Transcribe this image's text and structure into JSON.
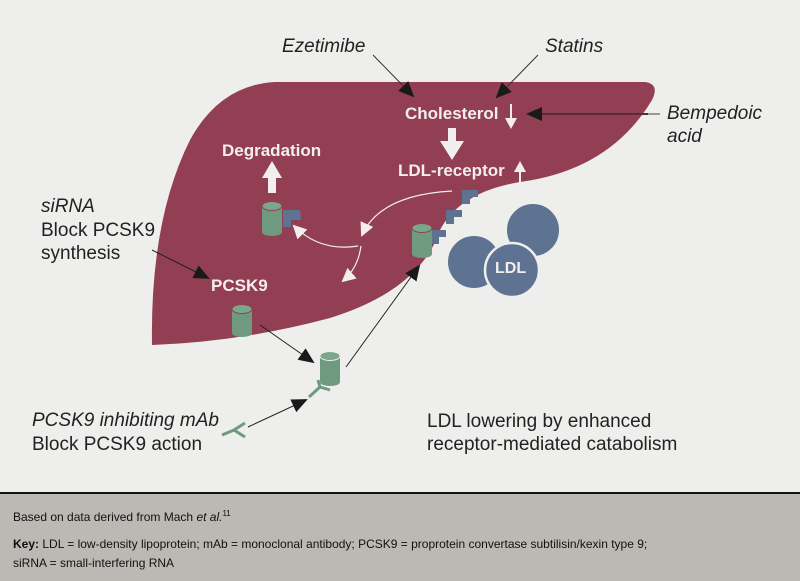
{
  "figure": {
    "drugs": {
      "ezetimibe": "Ezetimibe",
      "statins": "Statins",
      "bempedoic_line1": "Bempedoic",
      "bempedoic_line2": "acid",
      "sirna_title": "siRNA",
      "sirna_line2": "Block PCSK9",
      "sirna_line3": "synthesis",
      "mab_title": "PCSK9 inhibiting mAb",
      "mab_line2": "Block PCSK9 action"
    },
    "liver_labels": {
      "cholesterol": "Cholesterol",
      "ldl_receptor": "LDL-receptor",
      "degradation": "Degradation",
      "pcsk9": "PCSK9"
    },
    "ldl_particle_label": "LDL",
    "outcome_line1": "LDL lowering by enhanced",
    "outcome_line2": "receptor-mediated catabolism",
    "colors": {
      "liver": "#923f54",
      "pcsk9_protein": "#6f9a7f",
      "receptor": "#5e7391",
      "ldl": "#5e7391",
      "background": "#eeeeed"
    }
  },
  "footer": {
    "source_prefix": "Based on data derived from Mach ",
    "source_etal": "et al.",
    "source_ref": "11",
    "key_label": "Key:",
    "key_text_line1": " LDL = low-density lipoprotein; mAb = monoclonal antibody; PCSK9 = proprotein convertase subtilisin/kexin type 9;",
    "key_text_line2": "siRNA = small-interfering RNA"
  }
}
